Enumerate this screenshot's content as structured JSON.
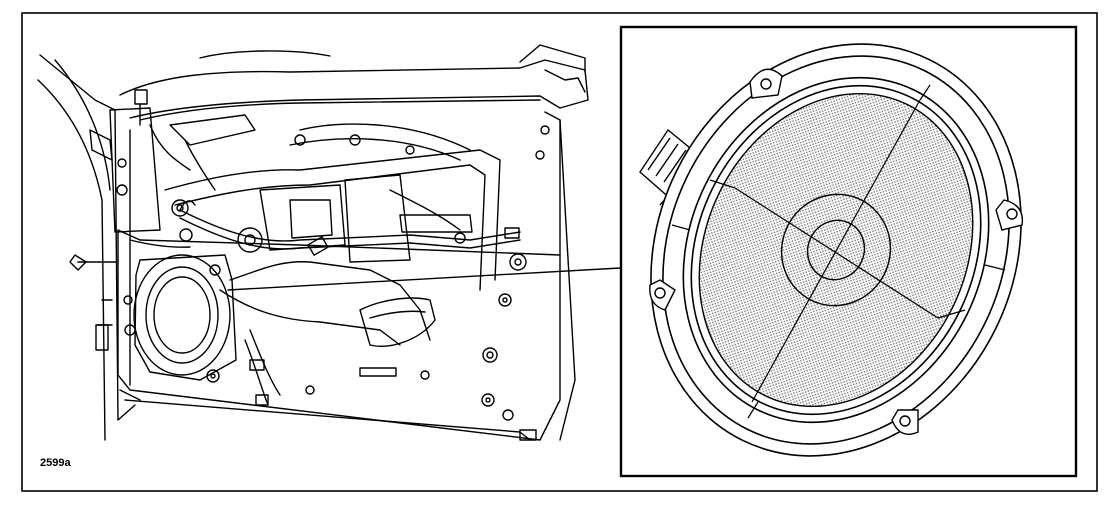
{
  "figure": {
    "id_label": "2599a"
  },
  "colors": {
    "ink": "#000000",
    "paper": "#ffffff",
    "cone_fill": "#bdbdbd"
  },
  "icons": {
    "door": "door-panel-illustration",
    "speaker": "oval-speaker-detail"
  }
}
